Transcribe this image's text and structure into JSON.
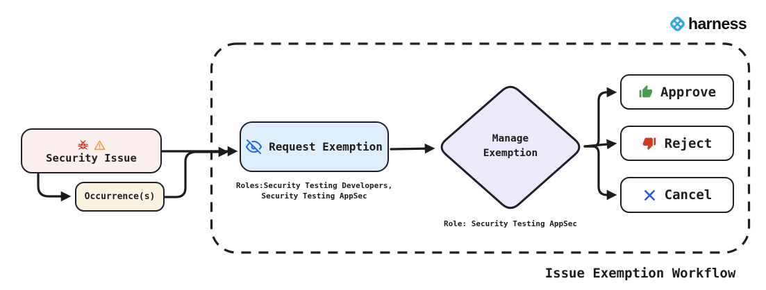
{
  "brand": {
    "name": "harness",
    "icon_color": "#2fa9e3",
    "text_color": "#0e0e0e"
  },
  "caption": "Issue Exemption Workflow",
  "colors": {
    "stroke": "#1e1e1e",
    "security_issue_fill": "#fcf0ee",
    "occurrences_fill": "#faf3e1",
    "request_exemption_fill": "#dfeefb",
    "diamond_fill": "#ebeafa",
    "bug_icon": "#d9372a",
    "warning_icon": "#ec9b40",
    "eye_off_icon": "#2563eb",
    "approve_icon": "#4a9d4f",
    "reject_icon": "#cf3c1f",
    "cancel_icon": "#2457e6"
  },
  "nodes": {
    "security_issue": {
      "label": "Security Issue",
      "icons": [
        "bug-icon",
        "warning-icon"
      ]
    },
    "occurrences": {
      "label": "Occurrence(s)"
    },
    "request_exemption": {
      "label": "Request Exemption",
      "icon": "eye-off-icon",
      "roles_note_line1": "Roles:Security Testing Developers,",
      "roles_note_line2": "Security Testing AppSec"
    },
    "manage_exemption": {
      "line1": "Manage",
      "line2": "Exemption",
      "role_note": "Role: Security Testing AppSec"
    },
    "actions": [
      {
        "label": "Approve",
        "icon": "thumbs-up-icon"
      },
      {
        "label": "Reject",
        "icon": "thumbs-down-icon"
      },
      {
        "label": "Cancel",
        "icon": "x-icon"
      }
    ]
  }
}
